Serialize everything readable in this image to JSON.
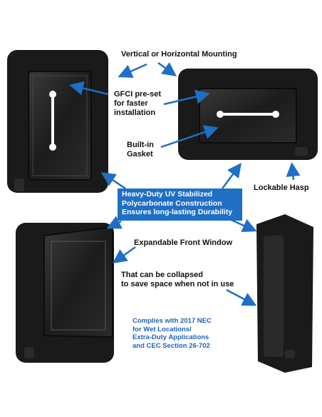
{
  "labels": {
    "mounting": "Vertical or Horizontal Mounting",
    "gfci": "GFCI pre-set\nfor faster\ninstallation",
    "gasket": "Built-in\nGasket",
    "hasp": "Lockable Hasp",
    "banner": "Heavy-Duty UV Stabilized\nPolycarbonate Construction\nEnsures long-lasting Durability",
    "window": "Expandable Front Window",
    "collapse": "That can be collapsed\nto save space when not in use",
    "complies": "Complies with 2017 NEC\nfor Wet Locations/\nExtra-Duty Applications\nand CEC Section 26-702"
  },
  "colors": {
    "accent_blue": "#1f6fc4",
    "text_blue": "#1f63b5",
    "cover_black": "#1a1a1a",
    "text_dark": "#111111"
  },
  "icons": [
    "arrow-icon"
  ]
}
